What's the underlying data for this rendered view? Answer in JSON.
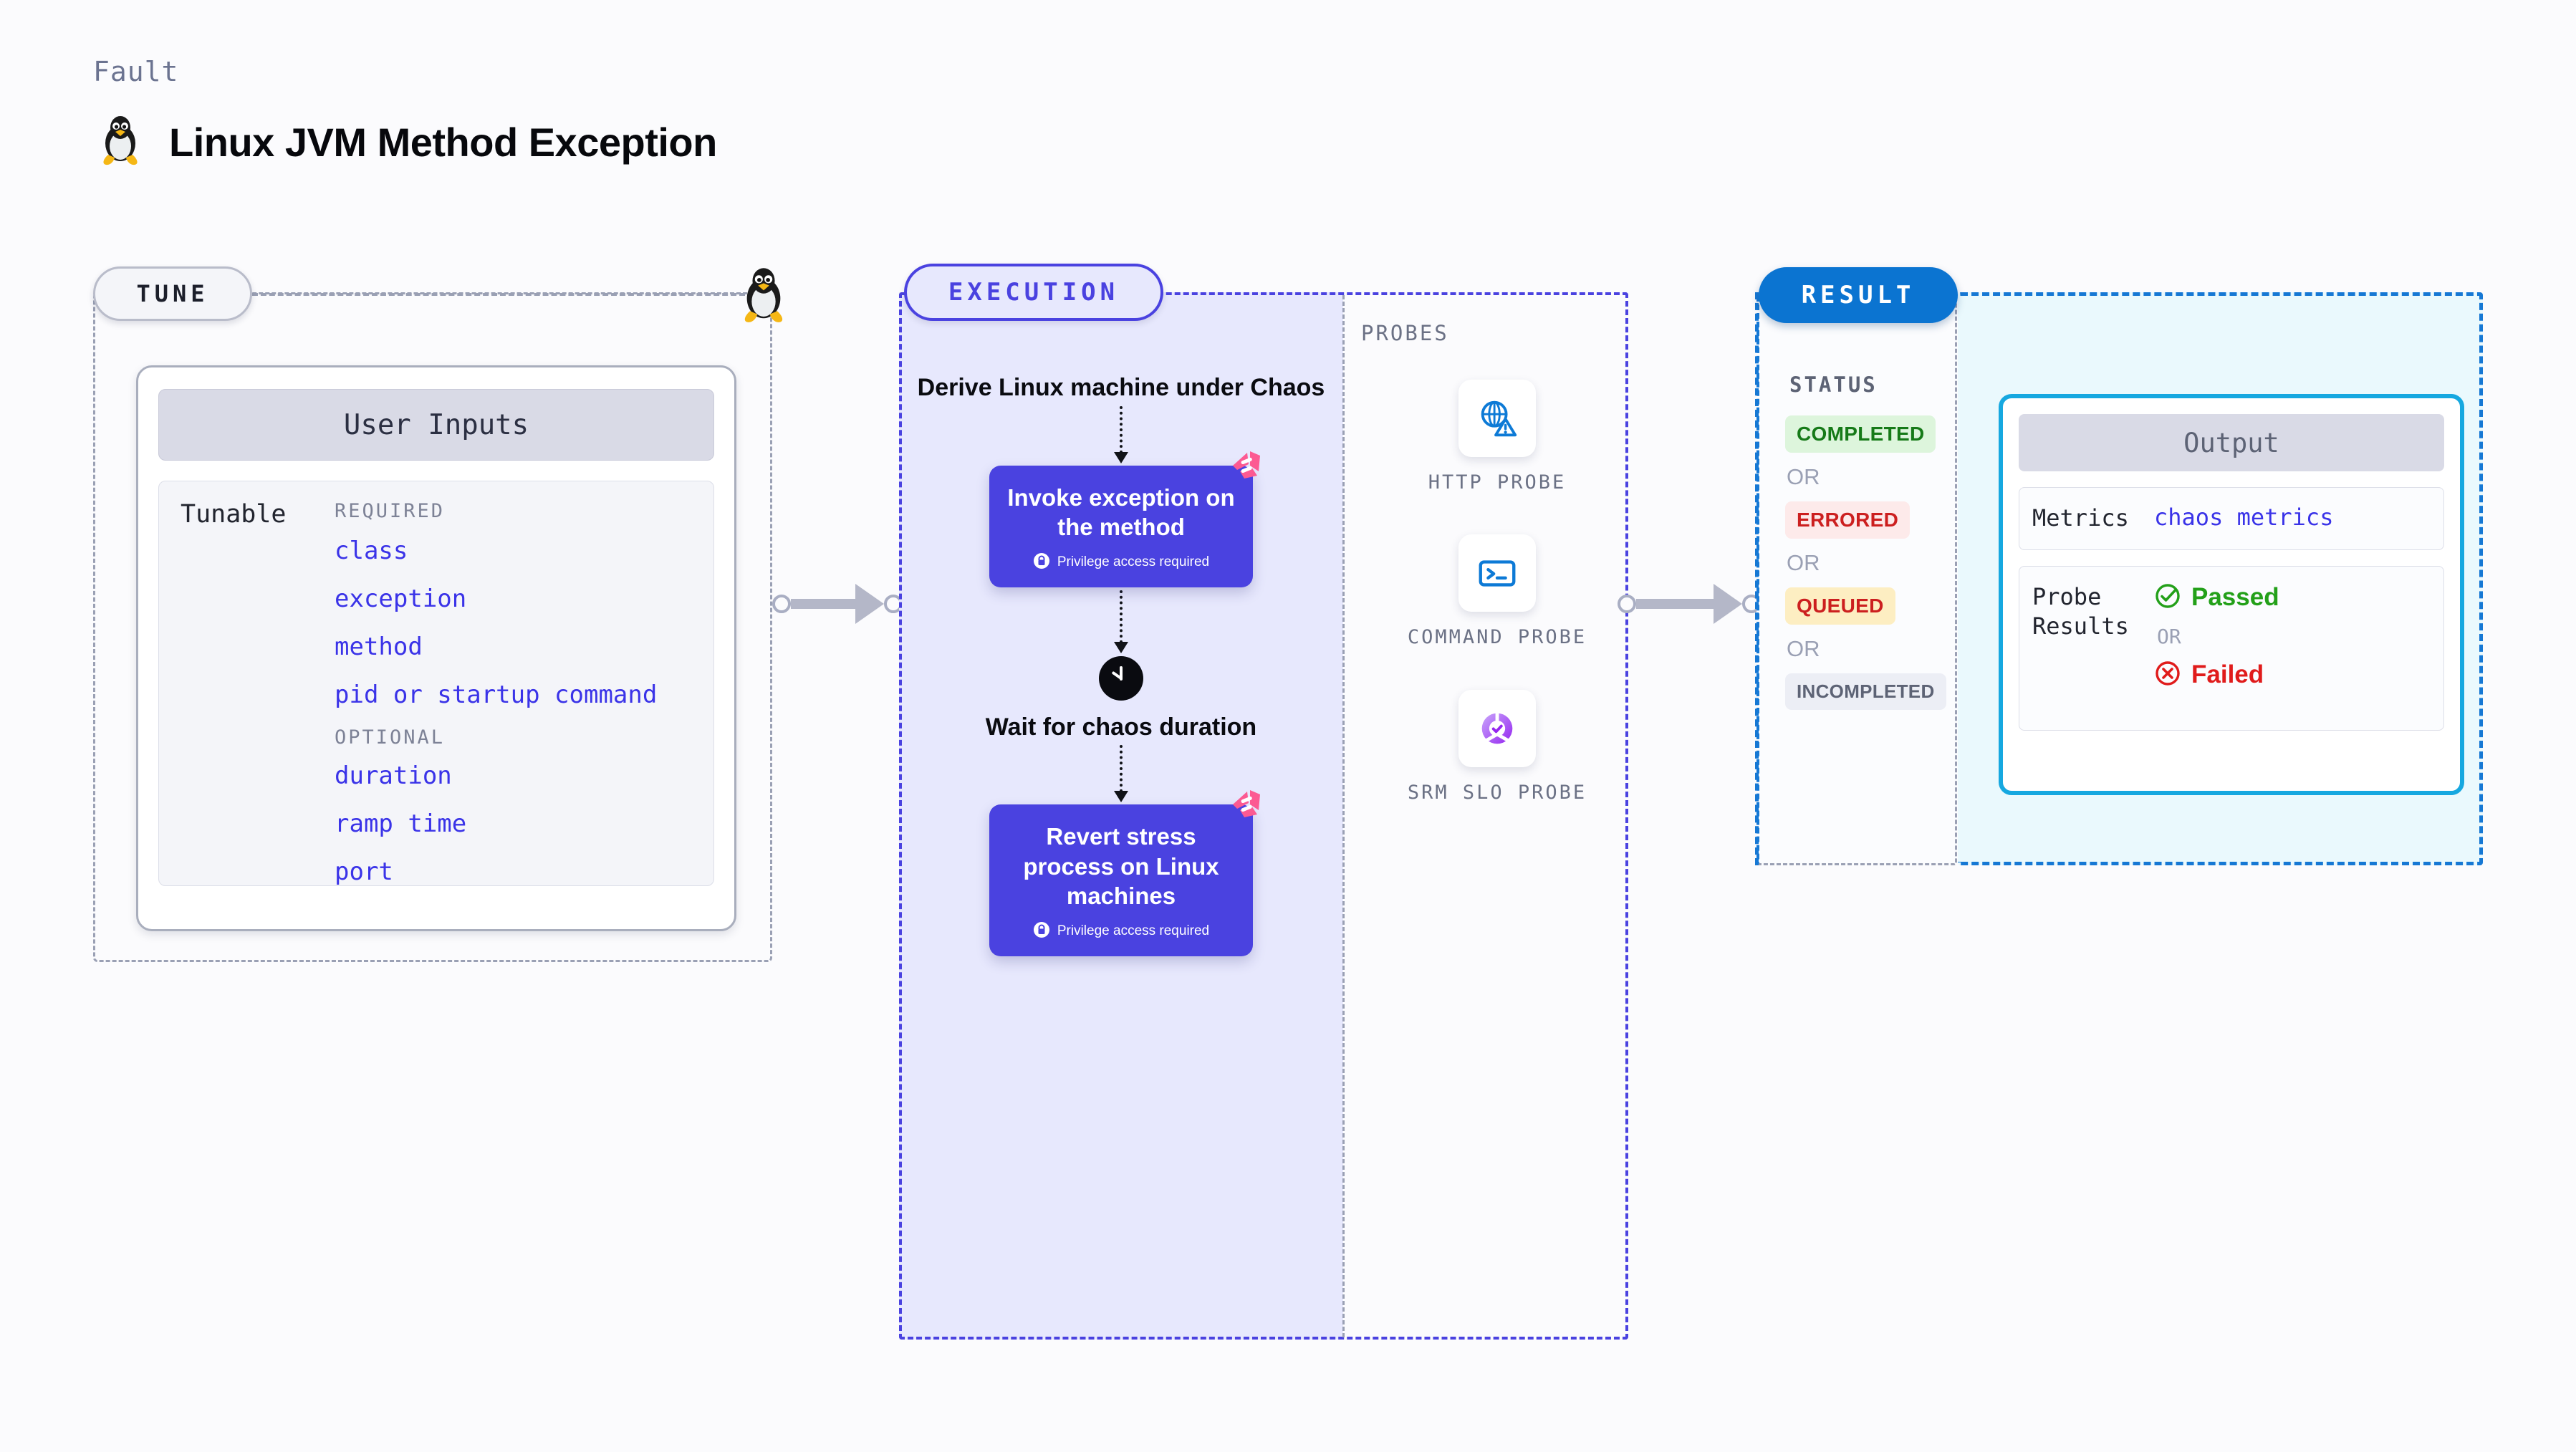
{
  "header": {
    "eyebrow": "Fault",
    "title": "Linux JVM Method Exception",
    "icon": "linux-tux-icon"
  },
  "tune": {
    "pill_label": "TUNE",
    "card_title": "User Inputs",
    "tunable_label": "Tunable",
    "required_title": "REQUIRED",
    "required_items": [
      "class",
      "exception",
      "method",
      "pid or startup command"
    ],
    "optional_title": "OPTIONAL",
    "optional_items": [
      "duration",
      "ramp time",
      "port"
    ]
  },
  "execution": {
    "pill_label": "EXECUTION",
    "steps": [
      {
        "type": "text",
        "label": "Derive Linux machine under Chaos"
      },
      {
        "type": "node",
        "label": "Invoke exception on the method",
        "privilege": "Privilege access required",
        "badge": "harness-logo-icon"
      },
      {
        "type": "clock",
        "label": "Wait for chaos duration"
      },
      {
        "type": "node",
        "label": "Revert stress process on Linux machines",
        "privilege": "Privilege access required",
        "badge": "harness-logo-icon"
      }
    ]
  },
  "probes": {
    "title": "PROBES",
    "items": [
      {
        "name": "HTTP  PROBE",
        "icon": "globe-warning-icon"
      },
      {
        "name": "COMMAND PROBE",
        "icon": "terminal-icon"
      },
      {
        "name": "SRM  SLO PROBE",
        "icon": "slo-donut-check-icon"
      }
    ]
  },
  "result": {
    "pill_label": "RESULT",
    "status_title": "STATUS",
    "or_label": "OR",
    "statuses": [
      {
        "label": "COMPLETED",
        "bg": "#ddf5dc",
        "fg": "#167a18"
      },
      {
        "label": "ERRORED",
        "bg": "#fdeaea",
        "fg": "#cc1f1f"
      },
      {
        "label": "QUEUED",
        "bg": "#fdeec2",
        "fg": "#cc1f1f"
      },
      {
        "label": "INCOMPLETED",
        "bg": "#eceef5",
        "fg": "#5d6375"
      }
    ],
    "output": {
      "title": "Output",
      "metrics_key": "Metrics",
      "metrics_value": "chaos metrics",
      "probe_results_key": "Probe Results",
      "passed_label": "Passed",
      "failed_label": "Failed",
      "or_label": "OR",
      "passed_color": "#23a019",
      "failed_color": "#e01b1b"
    }
  },
  "colors": {
    "accent_purple": "#4a42e0",
    "accent_blue": "#0b74d1",
    "accent_cyan": "#16a8e0",
    "pink_badge": "#fc5a92",
    "muted": "#9aa0b4"
  }
}
